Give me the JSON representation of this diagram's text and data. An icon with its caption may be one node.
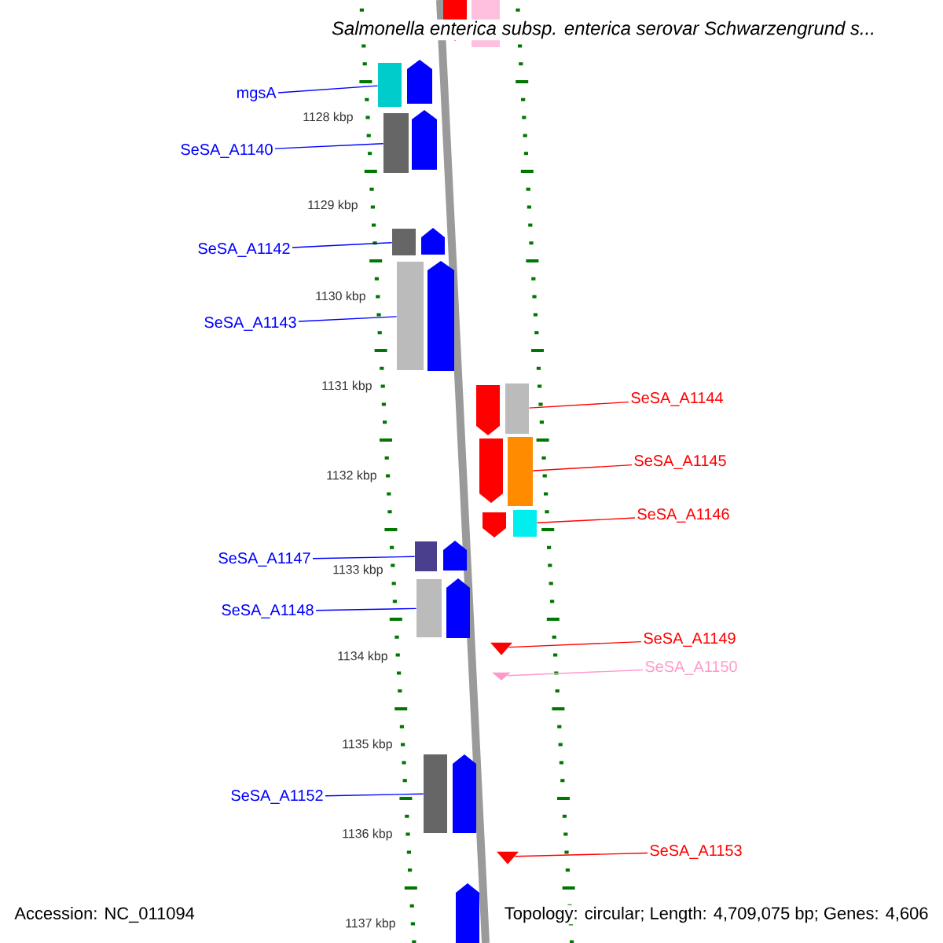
{
  "diagram": {
    "title": "Salmonella enterica subsp. enterica serovar Schwarzengrund s...",
    "nodes": [
      {
        "text": [
          "mgsA"
        ]
      },
      {
        "text": [],
        "shape": "box"
      },
      {
        "text": [
          "SeSA_A1140"
        ]
      },
      {
        "text": [],
        "shape": "box"
      },
      {
        "text": [
          "SeSA_A1142"
        ]
      },
      {
        "text": [],
        "shape": "box"
      },
      {
        "text": [
          "SeSA_A1143"
        ]
      },
      {
        "text": [],
        "shape": "box"
      },
      {
        "text": [
          "SeSA_A1144"
        ]
      },
      {
        "text": [],
        "shape": "box"
      },
      {
        "text": [
          "SeSA_A1145"
        ]
      },
      {
        "text": [],
        "shape": "box"
      },
      {
        "text": [
          "SeSA_A1146"
        ]
      },
      {
        "text": [],
        "shape": "box"
      },
      {
        "text": [
          "SeSA_A1147"
        ]
      },
      {
        "text": [],
        "shape": "box"
      },
      {
        "text": [
          "SeSA_A1148"
        ]
      },
      {
        "text": [],
        "shape": "box"
      },
      {
        "text": [
          "SeSA_A1149"
        ]
      },
      {
        "text": [],
        "shape": "triangle"
      },
      {
        "text": [
          "SeSA_A1150"
        ]
      },
      {
        "text": [],
        "shape": "triangle"
      },
      {
        "text": [
          "SeSA_A1152"
        ]
      },
      {
        "text": [],
        "shape": "box"
      },
      {
        "text": [
          "SeSA_A1153"
        ]
      },
      {
        "text": [],
        "shape": "triangle"
      }
    ],
    "edges": [
      {
        "from": 0,
        "to": 1,
        "arrow": "none"
      },
      {
        "from": 2,
        "to": 3,
        "arrow": "none"
      },
      {
        "from": 4,
        "to": 5,
        "arrow": "none"
      },
      {
        "from": 6,
        "to": 7,
        "arrow": "none"
      },
      {
        "from": 8,
        "to": 9,
        "arrow": "none",
        "color": "#ff0000"
      },
      {
        "from": 10,
        "to": 11,
        "arrow": "none",
        "color": "#ff0000"
      },
      {
        "from": 12,
        "to": 13,
        "arrow": "none",
        "color": "#ff0000"
      },
      {
        "from": 14,
        "to": 15,
        "arrow": "none"
      },
      {
        "from": 16,
        "to": 17,
        "arrow": "none"
      },
      {
        "from": 18,
        "to": 19,
        "arrow": "none",
        "color": "#ff0000"
      },
      {
        "from": 20,
        "to": 21,
        "arrow": "none",
        "color": "#ff99cc"
      },
      {
        "from": 22,
        "to": 23,
        "arrow": "none"
      },
      {
        "from": 24,
        "to": 25,
        "arrow": "none",
        "color": "#ff0000"
      }
    ],
    "labels": [
      "1128 kbp",
      "1129 kbp",
      "1130 kbp",
      "1131 kbp",
      "1132 kbp",
      "1133 kbp",
      "1134 kbp",
      "1135 kbp",
      "1136 kbp",
      "1137 kbp",
      "Accession: NC_011094",
      "Topology: circular; Length: 4,709,075 bp; Genes: 4,606"
    ]
  }
}
